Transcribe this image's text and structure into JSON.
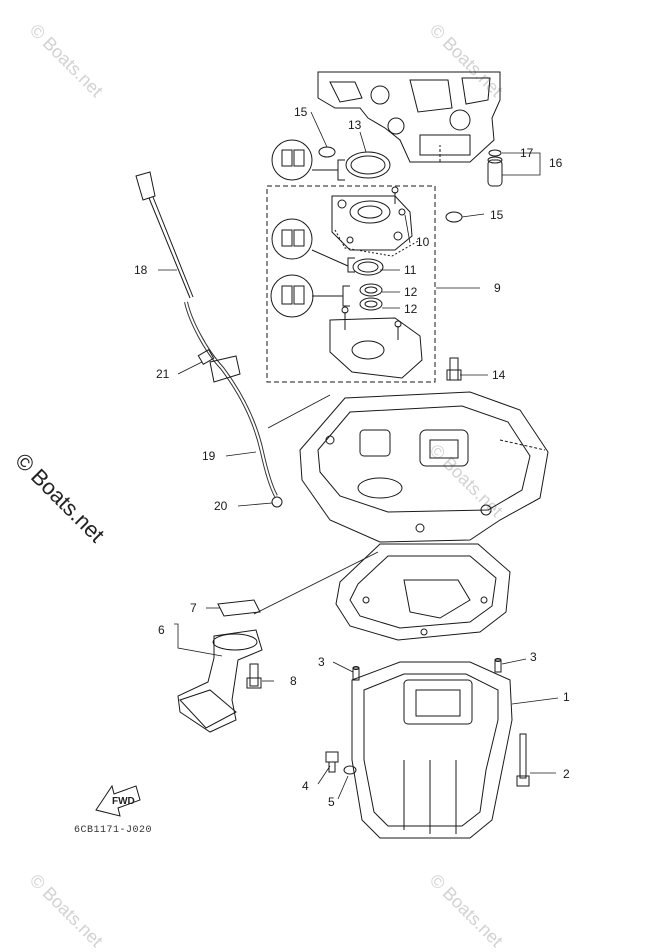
{
  "watermark": "© Boats.net",
  "diagram_code": "6CB1171-J020",
  "fwd_label": "FWD",
  "callouts": [
    {
      "id": "c1",
      "text": "1"
    },
    {
      "id": "c2",
      "text": "2"
    },
    {
      "id": "c3a",
      "text": "3"
    },
    {
      "id": "c3b",
      "text": "3"
    },
    {
      "id": "c4",
      "text": "4"
    },
    {
      "id": "c5",
      "text": "5"
    },
    {
      "id": "c6",
      "text": "6"
    },
    {
      "id": "c7",
      "text": "7"
    },
    {
      "id": "c8",
      "text": "8"
    },
    {
      "id": "c9",
      "text": "9"
    },
    {
      "id": "c10",
      "text": "10"
    },
    {
      "id": "c11",
      "text": "11"
    },
    {
      "id": "c12a",
      "text": "12"
    },
    {
      "id": "c12b",
      "text": "12"
    },
    {
      "id": "c13",
      "text": "13"
    },
    {
      "id": "c14",
      "text": "14"
    },
    {
      "id": "c15a",
      "text": "15"
    },
    {
      "id": "c15b",
      "text": "15"
    },
    {
      "id": "c16",
      "text": "16"
    },
    {
      "id": "c17",
      "text": "17"
    },
    {
      "id": "c18",
      "text": "18"
    },
    {
      "id": "c19",
      "text": "19"
    },
    {
      "id": "c20",
      "text": "20"
    },
    {
      "id": "c21",
      "text": "21"
    }
  ]
}
